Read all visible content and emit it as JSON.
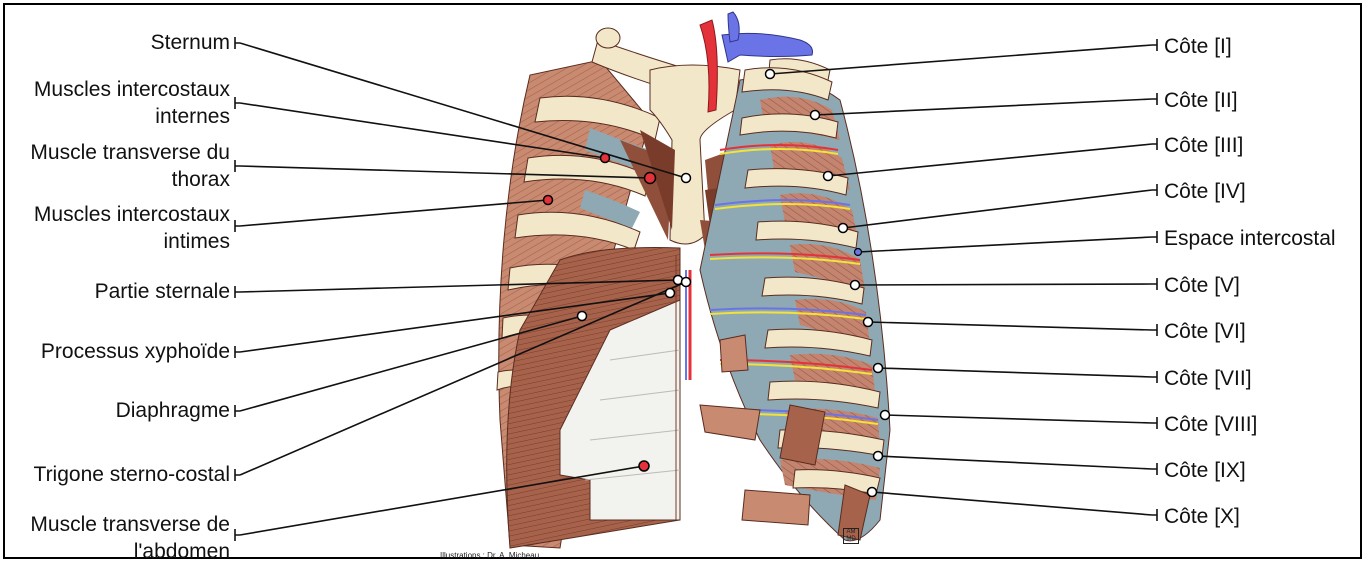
{
  "labels_left": [
    {
      "id": "sternum",
      "text": "Sternum"
    },
    {
      "id": "ic-internes-1",
      "text": "Muscles intercostaux"
    },
    {
      "id": "ic-internes-2",
      "text": "internes"
    },
    {
      "id": "transverse-thorax-1",
      "text": "Muscle transverse du"
    },
    {
      "id": "transverse-thorax-2",
      "text": "thorax"
    },
    {
      "id": "ic-intimes-1",
      "text": "Muscles intercostaux"
    },
    {
      "id": "ic-intimes-2",
      "text": "intimes"
    },
    {
      "id": "partie-sternale",
      "text": "Partie sternale"
    },
    {
      "id": "processus-xyphoide",
      "text": "Processus xyphoïde"
    },
    {
      "id": "diaphragme",
      "text": "Diaphragme"
    },
    {
      "id": "trigone",
      "text": "Trigone sterno-costal"
    },
    {
      "id": "transverse-abdomen-1",
      "text": "Muscle transverse de"
    },
    {
      "id": "transverse-abdomen-2",
      "text": "l'abdomen"
    }
  ],
  "labels_right": [
    {
      "id": "cote-1",
      "text": "Côte [I]"
    },
    {
      "id": "cote-2",
      "text": "Côte [II]"
    },
    {
      "id": "cote-3",
      "text": "Côte [III]"
    },
    {
      "id": "cote-4",
      "text": "Côte [IV]"
    },
    {
      "id": "espace",
      "text": "Espace intercostal"
    },
    {
      "id": "cote-5",
      "text": "Côte [V]"
    },
    {
      "id": "cote-6",
      "text": "Côte [VI]"
    },
    {
      "id": "cote-7",
      "text": "Côte [VII]"
    },
    {
      "id": "cote-8",
      "text": "Côte [VIII]"
    },
    {
      "id": "cote-9",
      "text": "Côte [IX]"
    },
    {
      "id": "cote-10",
      "text": "Côte [X]"
    }
  ],
  "credit": "Illustrations : Dr. A. Micheau",
  "logo": "AM MD",
  "colors": {
    "bone": "#f3e7c9",
    "muscle": "#c98a72",
    "muscle_dark": "#8f4f3a",
    "pleura": "#8ea9b3",
    "artery": "#e4323a",
    "vein": "#6b74e6",
    "nerve": "#f2e23a",
    "tendon": "#f2f2ee"
  }
}
